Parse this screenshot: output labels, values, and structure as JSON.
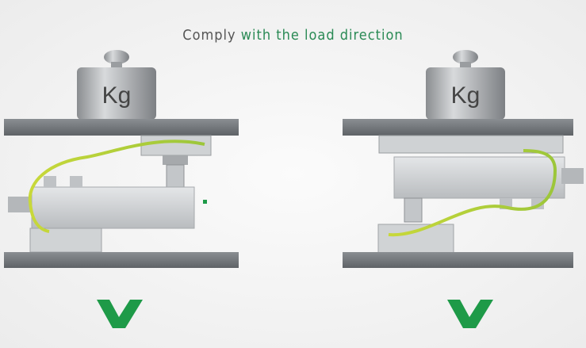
{
  "title": {
    "plain": "Comply",
    "highlight": "with the load direction"
  },
  "left": {
    "weight_label": "Kg",
    "mark": "check-mark"
  },
  "right": {
    "weight_label": "Kg",
    "mark": "check-mark"
  },
  "colors": {
    "accent": "#1e9a48",
    "title_highlight": "#2a8a55",
    "plate": "#6f7478"
  }
}
